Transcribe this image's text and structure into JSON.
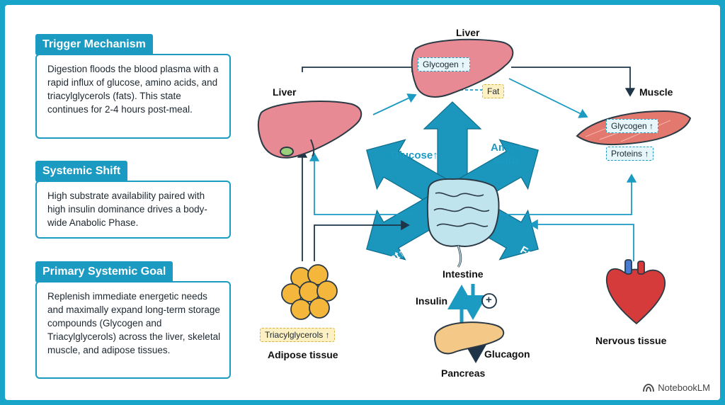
{
  "cards": [
    {
      "title": "Trigger Mechanism",
      "body": "Digestion floods the blood plasma with a rapid influx of glucose, amino acids, and triacylglycerols (fats). This state continues for 2-4 hours post-meal."
    },
    {
      "title": "Systemic Shift",
      "body": "High substrate availability paired with high insulin dominance drives a body-wide Anabolic Phase."
    },
    {
      "title": "Primary Systemic Goal",
      "body": "Replenish immediate energetic needs and maximally expand long-term storage compounds (Glycogen and Triacylglycerols) across the liver, skeletal muscle, and adipose tissues."
    }
  ],
  "diagram": {
    "organs": {
      "liver_top": "Liver",
      "liver_left": "Liver",
      "muscle": "Muscle",
      "intestine": "Intestine",
      "pancreas": "Pancreas",
      "adipose": "Adipose tissue",
      "nervous": "Nervous tissue"
    },
    "tags": {
      "liver_glycogen": "Glycogen ↑",
      "liver_fat": "Fat",
      "muscle_glycogen": "Glycogen ↑",
      "muscle_proteins": "Proteins ↑",
      "adipose_tag": "Triacylglycerols ↑"
    },
    "flows": {
      "glucose": "Glucose↑",
      "amino_line1": "Amino",
      "amino_line2": "acids↑",
      "fat_left": "Fat↑",
      "fat_right": "Fat↑"
    },
    "hormones": {
      "insulin": "Insulin",
      "plus": "+",
      "glucagon": "Glucagon"
    }
  },
  "brand": "NotebookLM",
  "colors": {
    "accent": "#1b9ac2",
    "frame": "#19a4c9",
    "liver": "#e88a94",
    "fat_yellow": "#f4b73c"
  }
}
